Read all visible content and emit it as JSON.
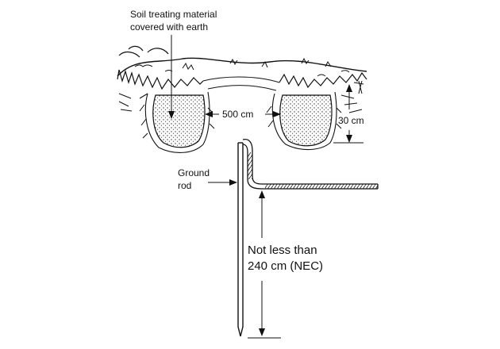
{
  "labels": {
    "soil_line1": "Soil treating material",
    "soil_line2": "covered with earth",
    "spacing": "500 cm",
    "depth": "30 cm",
    "rod_line1": "Ground",
    "rod_line2": "rod",
    "length_line1": "Not less than",
    "length_line2": "240 cm (NEC)"
  }
}
